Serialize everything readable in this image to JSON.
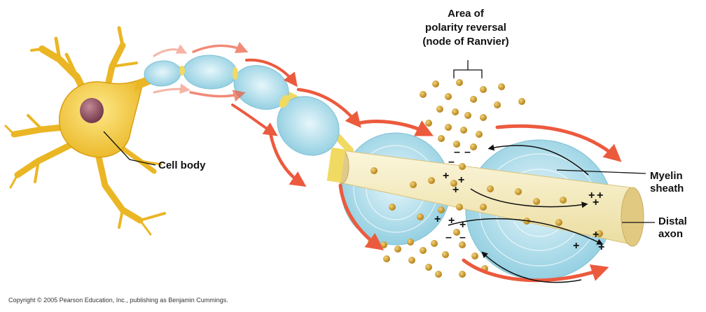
{
  "labels": {
    "area_line1": "Area of",
    "area_line2": "polarity reversal",
    "area_line3": "(node of Ranvier)",
    "cell_body": "Cell body",
    "myelin_line1": "Myelin",
    "myelin_line2": "sheath",
    "distal_line1": "Distal",
    "distal_line2": "axon"
  },
  "copyright": "Copyright © 2005 Pearson Education, Inc., publishing as Benjamin Cummings.",
  "colors": {
    "neuron_body": "#f2c22e",
    "nucleus": "#8a4a5a",
    "myelin": "#a9dbea",
    "axon": "#f4ecc0",
    "ion": "#c9961a",
    "arrow": "#ec5a3e"
  }
}
